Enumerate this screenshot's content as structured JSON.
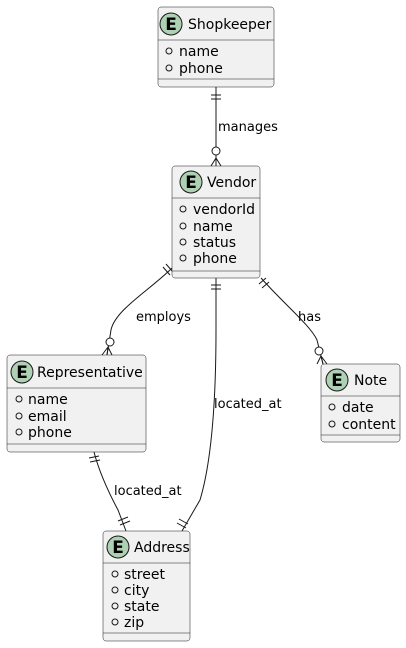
{
  "diagram": {
    "entities": [
      {
        "id": "shopkeeper",
        "name": "Shopkeeper",
        "badge": "E",
        "attributes": [
          "name",
          "phone"
        ]
      },
      {
        "id": "vendor",
        "name": "Vendor",
        "badge": "E",
        "attributes": [
          "vendorId",
          "name",
          "status",
          "phone"
        ]
      },
      {
        "id": "representative",
        "name": "Representative",
        "badge": "E",
        "attributes": [
          "name",
          "email",
          "phone"
        ]
      },
      {
        "id": "note",
        "name": "Note",
        "badge": "E",
        "attributes": [
          "date",
          "content"
        ]
      },
      {
        "id": "address",
        "name": "Address",
        "badge": "E",
        "attributes": [
          "street",
          "city",
          "state",
          "zip"
        ]
      }
    ],
    "relationships": [
      {
        "id": "manages",
        "label": "manages",
        "from": "shopkeeper",
        "to": "vendor",
        "from_card": "exactly-one",
        "to_card": "zero-or-many"
      },
      {
        "id": "employs",
        "label": "employs",
        "from": "vendor",
        "to": "representative",
        "from_card": "exactly-one",
        "to_card": "zero-or-many"
      },
      {
        "id": "has",
        "label": "has",
        "from": "vendor",
        "to": "note",
        "from_card": "exactly-one",
        "to_card": "zero-or-many"
      },
      {
        "id": "vendor-located-at",
        "label": "located_at",
        "from": "vendor",
        "to": "address",
        "from_card": "exactly-one",
        "to_card": "exactly-one"
      },
      {
        "id": "rep-located-at",
        "label": "located_at",
        "from": "representative",
        "to": "address",
        "from_card": "exactly-one",
        "to_card": "exactly-one"
      }
    ],
    "colors": {
      "entity_fill": "#f1f1f1",
      "badge_fill": "#add1b2",
      "line": "#181818",
      "background": "#ffffff"
    }
  }
}
